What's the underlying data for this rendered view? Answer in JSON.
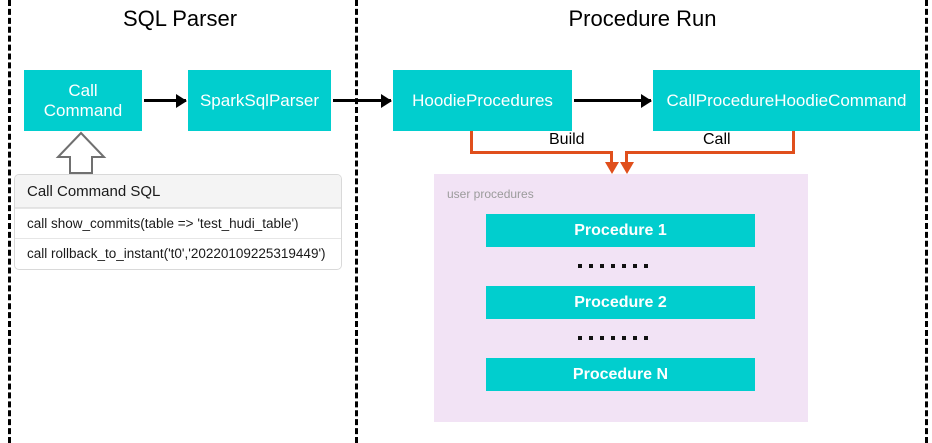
{
  "sections": {
    "left": {
      "title": "SQL Parser"
    },
    "right": {
      "title": "Procedure Run"
    }
  },
  "nodes": {
    "call_command": {
      "line1": "Call",
      "line2": "Command"
    },
    "spark_sql_parser": {
      "label": "SparkSqlParser"
    },
    "hoodie_procedures": {
      "label": "HoodieProcedures"
    },
    "call_procedure_hoodie_command": {
      "label": "CallProcedureHoodieCommand"
    }
  },
  "edges": {
    "build_label": "Build",
    "call_label": "Call"
  },
  "sql_table": {
    "header": "Call Command SQL",
    "rows": [
      "call show_commits(table => 'test_hudi_table')",
      "call rollback_to_instant('t0','20220109225319449')"
    ]
  },
  "procedures_panel": {
    "label": "user procedures",
    "items": [
      {
        "label": "Procedure 1"
      },
      {
        "label": "Procedure 2"
      },
      {
        "label": "Procedure N"
      }
    ]
  },
  "colors": {
    "teal": "#01CECE",
    "panel_pink": "#F2E3F5",
    "connector_red": "#E04F1C",
    "divider_black": "#000000",
    "text_white": "#FFFFFF",
    "muted_gray": "#9B9B9B"
  }
}
